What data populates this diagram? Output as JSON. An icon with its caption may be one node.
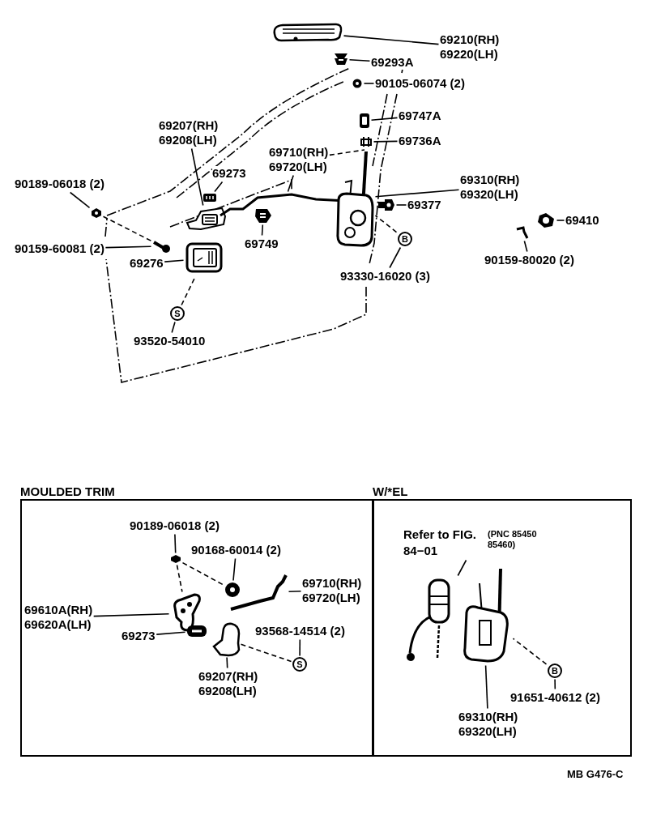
{
  "diagram": {
    "nodes": [
      {
        "text": [
          "69210(RH)",
          "69220(LH)"
        ]
      },
      {
        "text": [],
        "shape": "picture"
      },
      {
        "text": [
          "69293A"
        ]
      },
      {
        "text": [],
        "shape": "picture"
      },
      {
        "text": [
          "90105-06074 (2)"
        ]
      },
      {
        "text": [],
        "shape": "picture"
      },
      {
        "text": [
          "69747A"
        ]
      },
      {
        "text": [],
        "shape": "picture"
      },
      {
        "text": [
          "69736A"
        ]
      },
      {
        "text": [],
        "shape": "picture"
      },
      {
        "text": [
          "69207(RH)",
          "69208(LH)"
        ]
      },
      {
        "text": [],
        "shape": "picture"
      },
      {
        "text": [
          "69273"
        ]
      },
      {
        "text": [],
        "shape": "picture"
      },
      {
        "text": [
          "69710(RH)",
          "69720(LH)"
        ]
      },
      {
        "text": [],
        "shape": "picture"
      },
      {
        "text": [
          "90189-06018 (2)"
        ]
      },
      {
        "text": [],
        "shape": "picture"
      },
      {
        "text": [
          "69310(RH)",
          "69320(LH)"
        ]
      },
      {
        "text": [],
        "shape": "picture"
      },
      {
        "text": [
          "69377"
        ]
      },
      {
        "text": [],
        "shape": "picture"
      },
      {
        "text": [
          "69410"
        ]
      },
      {
        "text": [],
        "shape": "picture"
      },
      {
        "text": [
          "90159-80020 (2)"
        ]
      },
      {
        "text": [],
        "shape": "picture"
      },
      {
        "text": [
          "90159-60081 (2)"
        ]
      },
      {
        "text": [],
        "shape": "picture"
      },
      {
        "text": [
          "69276"
        ]
      },
      {
        "text": [],
        "shape": "picture"
      },
      {
        "text": [
          "69749"
        ]
      },
      {
        "text": [],
        "shape": "picture"
      },
      {
        "text": [
          "B"
        ]
      },
      {
        "text": [
          "93330-16020 (3)"
        ]
      },
      {
        "text": [
          "S"
        ]
      },
      {
        "text": [
          "93520-54010"
        ]
      },
      {
        "text": [
          "MOULDED TRIM"
        ]
      },
      {
        "text": [
          "90189-06018 (2)"
        ],
        "in": 36
      },
      {
        "text": [],
        "shape": "picture",
        "in": 36
      },
      {
        "text": [
          "90168-60014 (2)"
        ],
        "in": 36
      },
      {
        "text": [],
        "shape": "picture",
        "in": 36
      },
      {
        "text": [
          "69610A(RH)",
          "69620A(LH)"
        ],
        "in": 36
      },
      {
        "text": [],
        "shape": "picture",
        "in": 36
      },
      {
        "text": [
          "69273"
        ],
        "in": 36
      },
      {
        "text": [],
        "shape": "picture",
        "in": 36
      },
      {
        "text": [
          "69710(RH)",
          "69720(LH)"
        ],
        "in": 36
      },
      {
        "text": [],
        "shape": "picture",
        "in": 36
      },
      {
        "text": [
          "93568-14514 (2)"
        ],
        "in": 36
      },
      {
        "text": [
          "S"
        ],
        "in": 36
      },
      {
        "text": [],
        "shape": "picture",
        "in": 36
      },
      {
        "text": [
          "69207(RH)",
          "69208(LH)"
        ],
        "in": 36
      },
      {
        "text": [
          "W/*EL"
        ]
      },
      {
        "text": [
          "Refer to FIG. 84−01",
          "(PNC 85450 85460)"
        ],
        "in": 51
      },
      {
        "text": [],
        "shape": "picture",
        "in": 51
      },
      {
        "text": [],
        "shape": "picture",
        "in": 51
      },
      {
        "text": [
          "69310(RH)",
          "69320(LH)"
        ],
        "in": 51
      },
      {
        "text": [
          "B"
        ],
        "in": 51
      },
      {
        "text": [
          "91651-40612 (2)"
        ],
        "in": 51
      }
    ],
    "edges": [
      {
        "from": 0,
        "to": 1,
        "arrow": "none"
      },
      {
        "from": 2,
        "to": 3,
        "arrow": "none"
      },
      {
        "from": 4,
        "to": 5,
        "arrow": "none"
      },
      {
        "from": 6,
        "to": 7,
        "arrow": "none"
      },
      {
        "from": 8,
        "to": 9,
        "arrow": "none"
      },
      {
        "from": 10,
        "to": 11,
        "arrow": "none"
      },
      {
        "from": 12,
        "to": 13,
        "arrow": "none"
      },
      {
        "from": 14,
        "to": 15,
        "arrow": "none"
      },
      {
        "from": 16,
        "to": 17,
        "arrow": "none"
      },
      {
        "from": 18,
        "to": 19,
        "arrow": "none"
      },
      {
        "from": 20,
        "to": 21,
        "arrow": "none"
      },
      {
        "from": 22,
        "to": 23,
        "arrow": "none"
      },
      {
        "from": 24,
        "to": 25,
        "arrow": "none"
      },
      {
        "from": 26,
        "to": 27,
        "arrow": "none"
      },
      {
        "from": 28,
        "to": 29,
        "arrow": "none"
      },
      {
        "from": 30,
        "to": 31,
        "arrow": "none"
      },
      {
        "from": 33,
        "to": 32,
        "arrow": "none"
      },
      {
        "from": 32,
        "to": 19,
        "arrow": "none",
        "style": "dashed"
      },
      {
        "from": 35,
        "to": 34,
        "arrow": "none"
      },
      {
        "from": 34,
        "to": 29,
        "arrow": "none",
        "style": "dashed"
      },
      {
        "from": 14,
        "to": 19,
        "arrow": "none",
        "style": "dashed"
      },
      {
        "from": 17,
        "to": 27,
        "arrow": "none",
        "style": "dashed"
      },
      {
        "from": 37,
        "to": 38,
        "arrow": "none"
      },
      {
        "from": 39,
        "to": 40,
        "arrow": "none"
      },
      {
        "from": 41,
        "to": 42,
        "arrow": "none"
      },
      {
        "from": 43,
        "to": 44,
        "arrow": "none"
      },
      {
        "from": 45,
        "to": 46,
        "arrow": "none"
      },
      {
        "from": 47,
        "to": 48,
        "arrow": "none"
      },
      {
        "from": 50,
        "to": 49,
        "arrow": "none"
      },
      {
        "from": 38,
        "to": 40,
        "arrow": "none",
        "style": "dashed"
      },
      {
        "from": 38,
        "to": 42,
        "arrow": "none",
        "style": "dashed"
      },
      {
        "from": 49,
        "to": 48,
        "arrow": "none",
        "style": "dashed"
      },
      {
        "from": 52,
        "to": 53,
        "arrow": "none"
      },
      {
        "from": 55,
        "to": 54,
        "arrow": "none"
      },
      {
        "from": 57,
        "to": 56,
        "arrow": "none"
      },
      {
        "from": 56,
        "to": 54,
        "arrow": "none",
        "style": "dashed"
      }
    ],
    "labels": [
      "MB G476-C"
    ]
  }
}
